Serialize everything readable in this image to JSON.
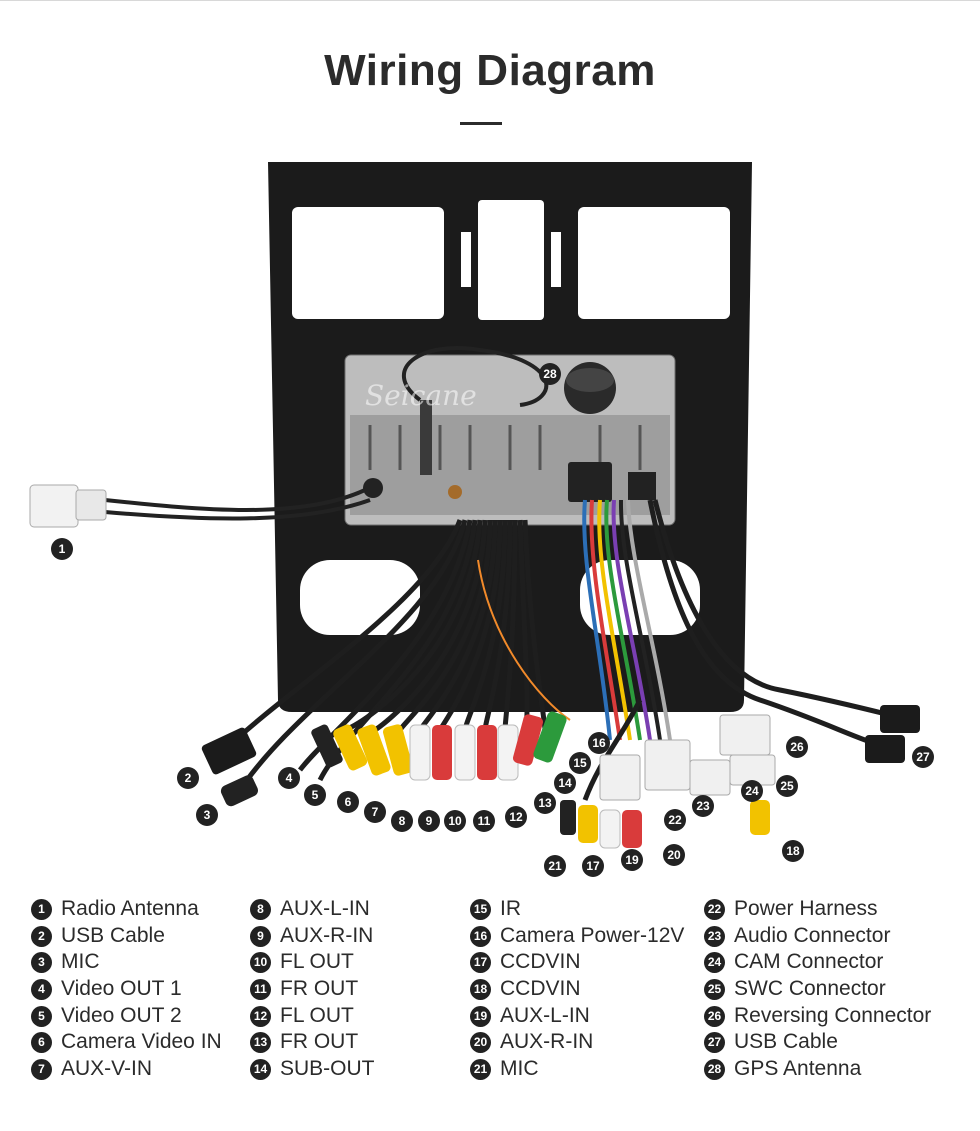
{
  "title": "Wiring Diagram",
  "watermark": "Seicane",
  "legend": [
    [
      {
        "num": "1",
        "label": "Radio Antenna"
      },
      {
        "num": "2",
        "label": "USB Cable"
      },
      {
        "num": "3",
        "label": "MIC"
      },
      {
        "num": "4",
        "label": "Video OUT 1"
      },
      {
        "num": "5",
        "label": "Video OUT 2"
      },
      {
        "num": "6",
        "label": "Camera Video IN"
      },
      {
        "num": "7",
        "label": "AUX-V-IN"
      }
    ],
    [
      {
        "num": "8",
        "label": "AUX-L-IN"
      },
      {
        "num": "9",
        "label": "AUX-R-IN"
      },
      {
        "num": "10",
        "label": "FL OUT"
      },
      {
        "num": "11",
        "label": "FR OUT"
      },
      {
        "num": "12",
        "label": "FL OUT"
      },
      {
        "num": "13",
        "label": "FR OUT"
      },
      {
        "num": "14",
        "label": "SUB-OUT"
      }
    ],
    [
      {
        "num": "15",
        "label": "IR"
      },
      {
        "num": "16",
        "label": "Camera Power-12V"
      },
      {
        "num": "17",
        "label": "CCDVIN"
      },
      {
        "num": "18",
        "label": "CCDVIN"
      },
      {
        "num": "19",
        "label": "AUX-L-IN"
      },
      {
        "num": "20",
        "label": "AUX-R-IN"
      },
      {
        "num": "21",
        "label": "MIC"
      }
    ],
    [
      {
        "num": "22",
        "label": "Power Harness"
      },
      {
        "num": "23",
        "label": "Audio Connector"
      },
      {
        "num": "24",
        "label": "CAM Connector"
      },
      {
        "num": "25",
        "label": "SWC Connector"
      },
      {
        "num": "26",
        "label": "Reversing Connector"
      },
      {
        "num": "27",
        "label": "USB Cable"
      },
      {
        "num": "28",
        "label": "GPS Antenna"
      }
    ]
  ]
}
